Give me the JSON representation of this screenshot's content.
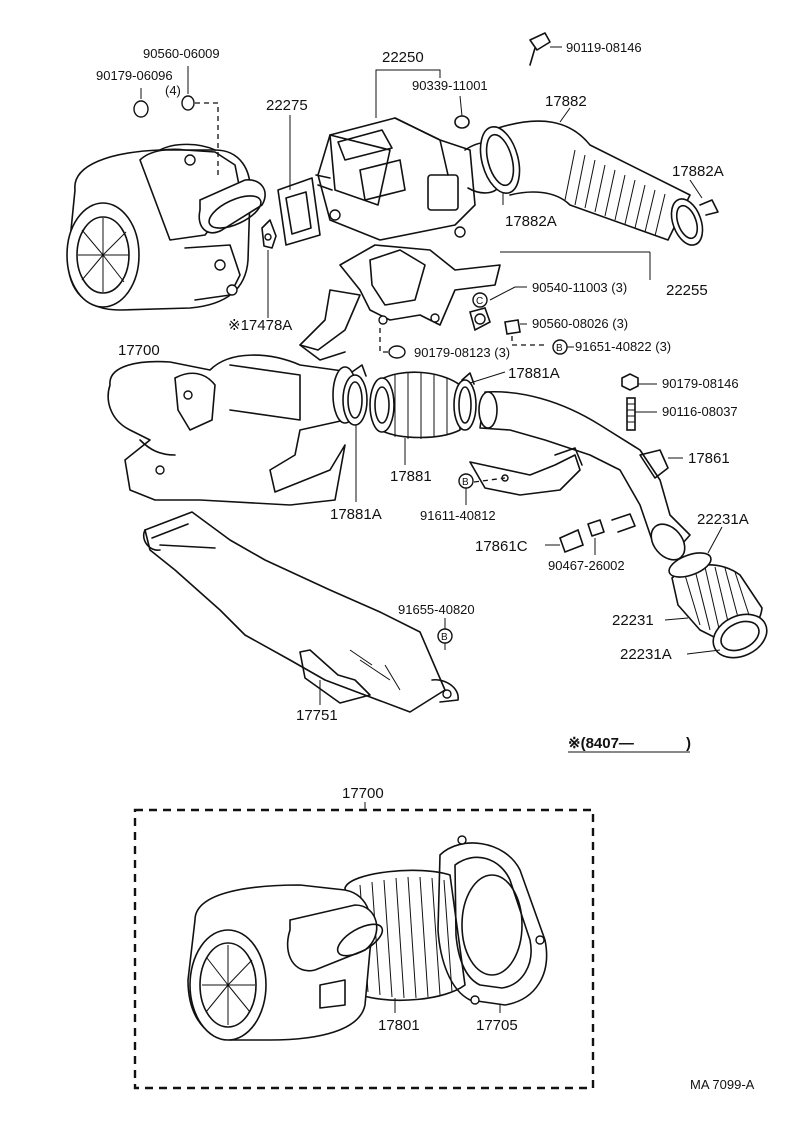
{
  "labels": {
    "p90560_06009": "90560-06009",
    "p90179_06096": "90179-06096",
    "qty_4": "(4)",
    "p22250": "22250",
    "p90119_08146": "90119-08146",
    "p90339_11001": "90339-11001",
    "p22275": "22275",
    "p17882": "17882",
    "p17882A_right": "17882A",
    "p17882A_mid": "17882A",
    "p22255": "22255",
    "p90540_11003": "90540-11003 (3)",
    "p90560_08026": "90560-08026 (3)",
    "p91651_40822": "91651-40822 (3)",
    "p90179_08123": "90179-08123 (3)",
    "p17478A": "※17478A",
    "p17700_top": "17700",
    "p17881A_right": "17881A",
    "p90179_08146": "90179-08146",
    "p90116_08037": "90116-08037",
    "p17861": "17861",
    "p17881": "17881",
    "p17881A_left": "17881A",
    "p91611_40812": "91611-40812",
    "p22231A_top": "22231A",
    "p17861C": "17861C",
    "p90467_26002": "90467-26002",
    "p91655_40820": "91655-40820",
    "p22231": "22231",
    "p22231A_bottom": "22231A",
    "p17751": "17751",
    "note_8407": "※(8407—",
    "note_close": ")",
    "p17700_box": "17700",
    "p17801": "17801",
    "p17705": "17705",
    "fig_code": "MA  7099-A"
  },
  "markers": {
    "B": "B",
    "C": "C"
  }
}
